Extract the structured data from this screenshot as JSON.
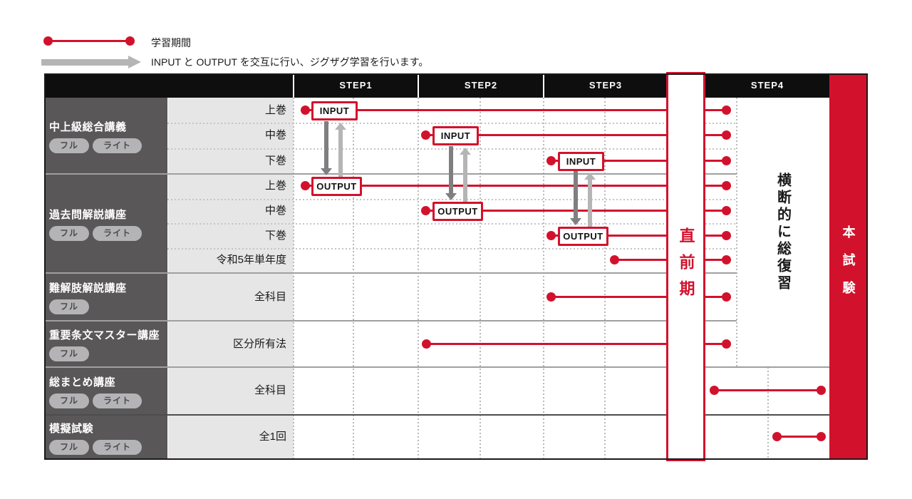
{
  "legend": {
    "period_label": "学習期間",
    "zigzag_label": "INPUT と OUTPUT を交互に行い、ジグザグ学習を行います。"
  },
  "header": {
    "steps": [
      "STEP1",
      "STEP2",
      "STEP3",
      "STEP4"
    ]
  },
  "columns": {
    "pre_exam_label": "直前期",
    "step4_note": "横断的に総復習",
    "exam_label": "本試験"
  },
  "box_labels": {
    "input": "INPUT",
    "output": "OUTPUT"
  },
  "courses": [
    {
      "title": "中上級総合講義",
      "badges": [
        "フル",
        "ライト"
      ],
      "rows": [
        "上巻",
        "中巻",
        "下巻"
      ]
    },
    {
      "title": "過去問解説講座",
      "badges": [
        "フル",
        "ライト"
      ],
      "rows": [
        "上巻",
        "中巻",
        "下巻",
        "令和5年単年度"
      ]
    },
    {
      "title": "難解肢解説講座",
      "badges": [
        "フル"
      ],
      "rows": [
        "全科目"
      ]
    },
    {
      "title": "重要条文マスター講座",
      "badges": [
        "フル"
      ],
      "rows": [
        "区分所有法"
      ]
    },
    {
      "title": "総まとめ講座",
      "badges": [
        "フル",
        "ライト"
      ],
      "rows": [
        "全科目"
      ]
    },
    {
      "title": "模擬試験",
      "badges": [
        "フル",
        "ライト"
      ],
      "rows": [
        "全1回"
      ]
    }
  ],
  "colors": {
    "red": "#d2122d",
    "header_black": "#0e0e0e",
    "sidebar_gray": "#595757",
    "label_bg": "#e6e6e7",
    "pill_bg": "#b4b4b6",
    "arrow_dark": "#7f7f82",
    "arrow_light": "#b5b5b6",
    "grid_dotted": "#b9b9b9",
    "section_divider": "#9fa0a0"
  }
}
